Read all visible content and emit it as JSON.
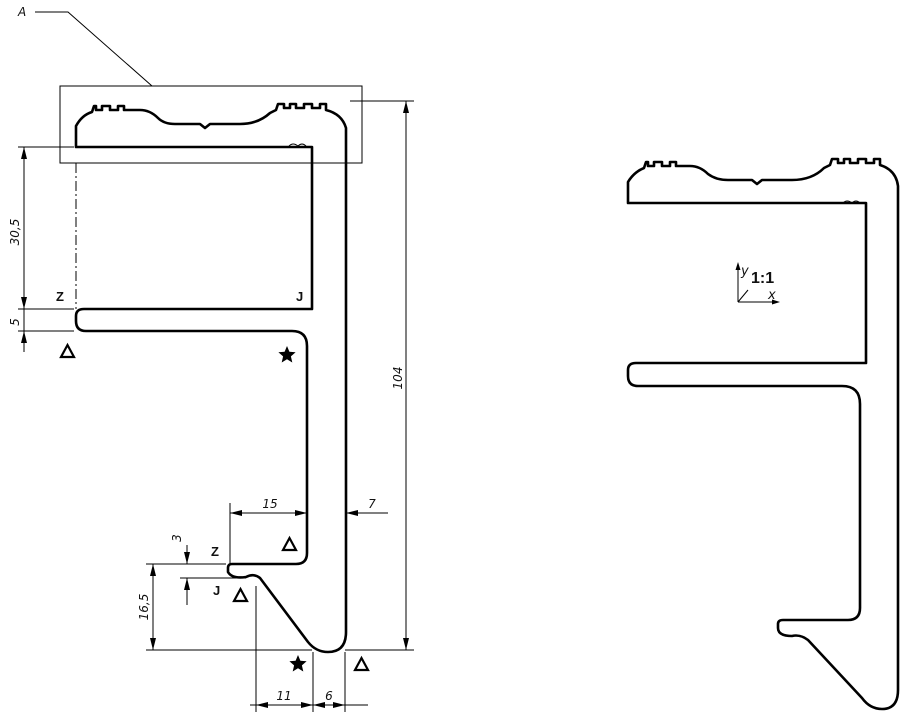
{
  "view_label": "A",
  "scale_label": "1:1",
  "axes": {
    "x": "x",
    "y": "y"
  },
  "dimensions": {
    "total_height": "104",
    "upper_gap": "30,5",
    "flange": "5",
    "lower_width": "15",
    "wall": "7",
    "lip_gap": "3",
    "lip_height": "16,5",
    "bottom_left": "11",
    "bottom_right": "6"
  },
  "edge_marks": {
    "z_upper": "Z",
    "j_upper": "J",
    "z_lower": "Z",
    "j_lower": "J"
  },
  "symbols": [
    "triangle",
    "star",
    "star",
    "triangle",
    "triangle",
    "triangle"
  ]
}
